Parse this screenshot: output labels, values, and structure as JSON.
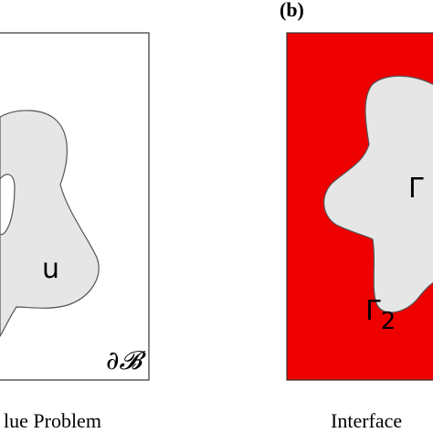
{
  "panel_a": {
    "region_label": "u",
    "boundary_label": "∂𝓑",
    "caption": "lue Problem"
  },
  "panel_b": {
    "tag": "(b)",
    "inner_label": "Γ",
    "outer_label_base": "Γ",
    "outer_label_sub": "2",
    "caption": "Interface"
  },
  "colors": {
    "background": "#ffffff",
    "shape_fill": "#e6e6e6",
    "shape_stroke": "#555555",
    "frame_stroke": "#333333",
    "red_fill": "#ee0000"
  }
}
